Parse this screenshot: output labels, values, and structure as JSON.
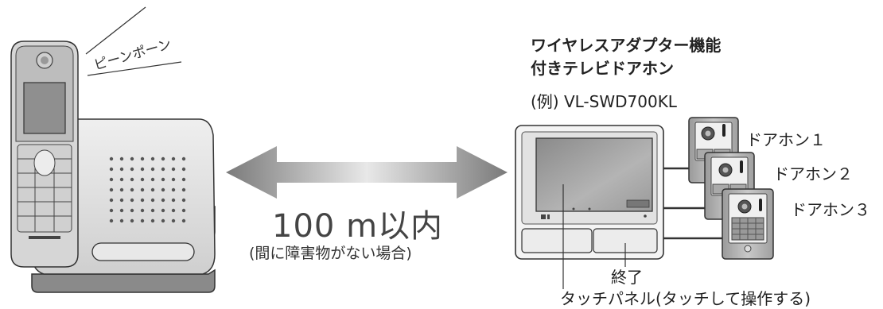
{
  "sound": {
    "text": "ピーンポーン"
  },
  "product": {
    "title_line1": "ワイヤレスアダプター機能",
    "title_line2": "付きテレビドアホン",
    "model": "(例) VL-SWD700KL"
  },
  "distance": {
    "value": "100 m以内",
    "condition": "(間に障害物がない場合)"
  },
  "doorphones": [
    "ドアホン１",
    "ドアホン２",
    "ドアホン３"
  ],
  "monitor": {
    "end_label": "終了",
    "touch_label": "タッチパネル(タッチして操作する)"
  },
  "colors": {
    "line": "#333333",
    "device_gray": "#d9d9d9",
    "device_dark": "#888888",
    "arrow_dark": "#777777",
    "arrow_light": "#e6e6e6"
  }
}
